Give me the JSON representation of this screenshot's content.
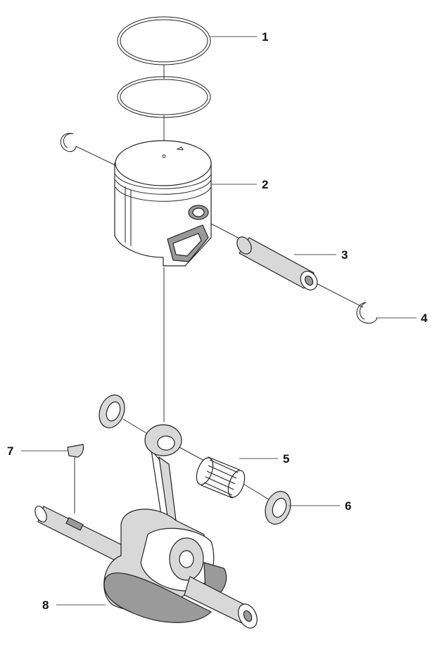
{
  "diagram": {
    "parts": [
      {
        "id": "piston-ring",
        "number": "1"
      },
      {
        "id": "piston",
        "number": "2"
      },
      {
        "id": "piston-pin",
        "number": "3"
      },
      {
        "id": "circlip",
        "number": "4"
      },
      {
        "id": "needle-bearing",
        "number": "5"
      },
      {
        "id": "thrust-washer",
        "number": "6"
      },
      {
        "id": "woodruff-key",
        "number": "7"
      },
      {
        "id": "crankshaft",
        "number": "8"
      }
    ]
  }
}
